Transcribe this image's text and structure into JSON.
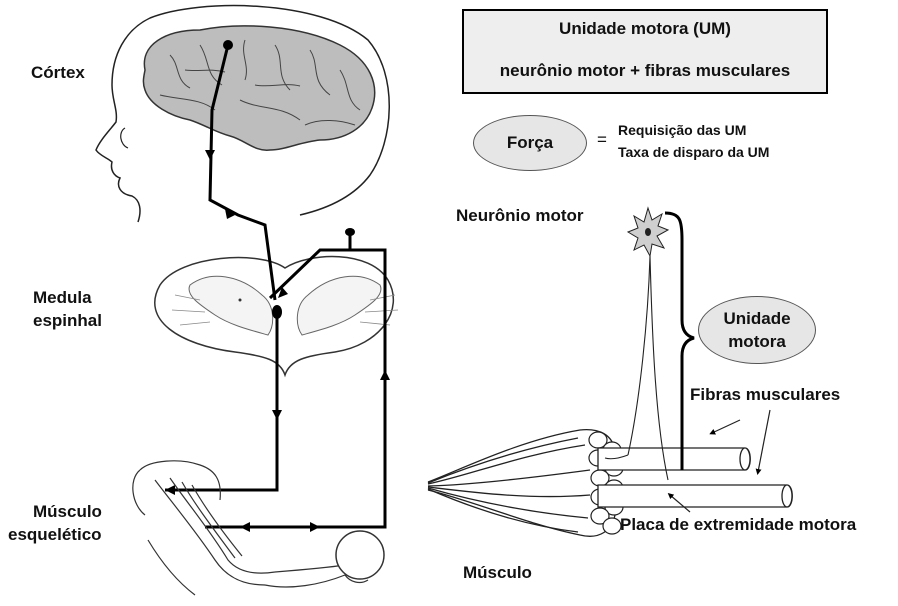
{
  "labels": {
    "cortex": "Córtex",
    "medula_line1": "Medula",
    "medula_line2": "espinhal",
    "musculo_esq_line1": "Músculo",
    "musculo_esq_line2": "esquelético",
    "neuronio_motor": "Neurônio motor",
    "fibras_musculares": "Fibras musculares",
    "placa": "Placa de extremidade motora",
    "musculo": "Músculo"
  },
  "um_box": {
    "title": "Unidade motora (UM)",
    "subtitle": "neurônio motor + fibras musculares"
  },
  "forca": {
    "label": "Força",
    "equals": "=",
    "line1": "Requisição das UM",
    "line2": "Taxa de disparo da UM"
  },
  "unidade_motora": {
    "line1": "Unidade",
    "line2": "motora"
  },
  "colors": {
    "brain_fill": "#bdbdbd",
    "box_fill": "#eeeeee",
    "ellipse_fill": "#e6e6e6",
    "line": "#000000"
  }
}
